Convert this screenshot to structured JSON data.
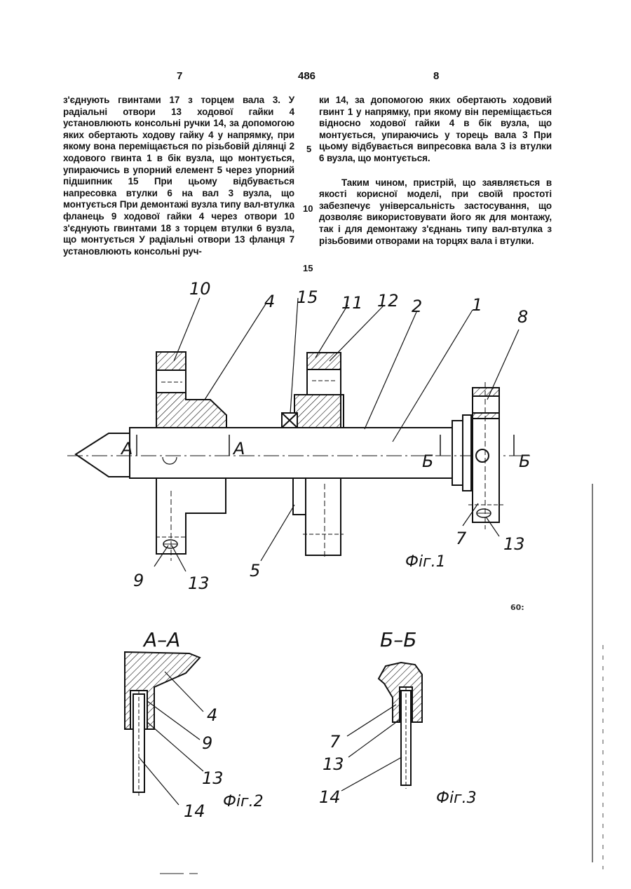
{
  "header": {
    "page_left": "7",
    "doc_number": "486",
    "page_right": "8"
  },
  "left_column": "з'єднують гвинтами 17 з торцем вала 3. У радіальні отвори 13 ходової гайки 4 установлюють консольні ручки 14, за допомогою яких обертають ходову гайку 4 у напрямку, при якому вона переміщається по різьбовій ділянці 2 ходового гвинта 1 в бік вузла, що монтується, упираючись в упорний елемент 5 через упорний підшипник 15 При цьому відбувається напресовка втулки 6 на вал 3 вузла, що монтується При демонтажі вузла типу вал-втулка фланець 9 ходової гайки 4 через отвори 10 з'єднують гвинтами 18 з торцем втулки 6 вузла, що монтується У радіальні отвори 13 фланця 7 установлюють консольні руч-",
  "right_column": {
    "p1": "ки 14, за допомогою яких обертають ходовий гвинт 1 у напрямку, при якому він переміщається відносно ходової гайки 4 в бік вузла, що монтується, упираючись у торець вала 3 При цьому відбувається випресовка вала 3 із втулки 6 вузла, що монтується.",
    "p2": "Таким чином, пристрій, що заявляється в якості корисної моделі, при своїй простоті забезпечує універсальність застосування, що дозволяє використовувати його як для монтажу, так і для демонтажу з'єднань типу вал-втулка з різьбовими отворами на торцях вала і втулки."
  },
  "line_numbers": [
    "5",
    "10",
    "15"
  ],
  "figure1": {
    "caption": "Фіг.1",
    "labels": [
      "10",
      "4",
      "15",
      "11",
      "12",
      "2",
      "1",
      "8",
      "9",
      "13",
      "5",
      "7",
      "13"
    ],
    "section_marks": [
      "А",
      "А",
      "Б",
      "Б"
    ]
  },
  "figure2": {
    "title": "А–А",
    "caption": "Фіг.2",
    "labels": [
      "4",
      "9",
      "13",
      "14"
    ]
  },
  "figure3": {
    "title": "Б–Б",
    "caption": "Фіг.3",
    "labels": [
      "7",
      "13",
      "14"
    ]
  },
  "scan_marks": [
    "60:"
  ]
}
